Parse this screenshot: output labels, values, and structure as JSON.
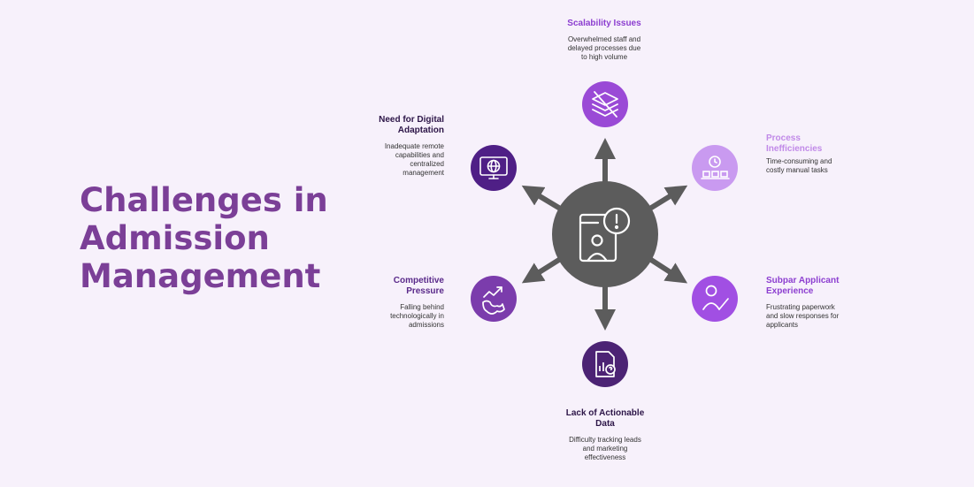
{
  "title_lines": [
    "Challenges in",
    "Admission",
    "Management"
  ],
  "colors": {
    "title": "#7b3f97",
    "hub": "#5c5c5c",
    "arrow": "#5c5c5c",
    "background": "#f7f1fb"
  },
  "hub": {
    "icon": "mobile-user-alert-icon"
  },
  "nodes": {
    "scalability": {
      "heading": "Scalability Issues",
      "desc_lines": [
        "Overwhelmed staff and",
        "delayed processes due",
        "to high volume"
      ],
      "color": "#9a4ad6",
      "heading_color": "#8c3ed0",
      "icon": "crossed-layers-icon"
    },
    "process": {
      "heading_lines": [
        "Process",
        "Inefficiencies"
      ],
      "desc_lines": [
        "Time-consuming and",
        "costly manual tasks"
      ],
      "color": "#c99af0",
      "heading_color": "#c18ae8",
      "icon": "conveyor-clock-icon"
    },
    "applicant": {
      "heading_lines": [
        "Subpar Applicant",
        "Experience"
      ],
      "desc_lines": [
        "Frustrating paperwork",
        "and slow responses for",
        "applicants"
      ],
      "color": "#a14fe3",
      "heading_color": "#8c3ed0",
      "icon": "user-pen-icon"
    },
    "data": {
      "heading_lines": [
        "Lack of Actionable",
        "Data"
      ],
      "desc_lines": [
        "Difficulty tracking leads",
        "and marketing",
        "effectiveness"
      ],
      "color": "#4c2374",
      "heading_color": "#2d1648",
      "icon": "document-question-icon"
    },
    "competitive": {
      "heading_lines": [
        "Competitive",
        "Pressure"
      ],
      "desc_lines": [
        "Falling behind",
        "technologically in",
        "admissions"
      ],
      "color": "#7b3cac",
      "heading_color": "#5a2a8a",
      "icon": "trend-puzzle-icon"
    },
    "digital": {
      "heading_lines": [
        "Need for Digital",
        "Adaptation"
      ],
      "desc_lines": [
        "Inadequate remote",
        "capabilities and",
        "centralized",
        "management"
      ],
      "color": "#4f1f86",
      "heading_color": "#2d1648",
      "icon": "globe-monitor-icon"
    }
  }
}
